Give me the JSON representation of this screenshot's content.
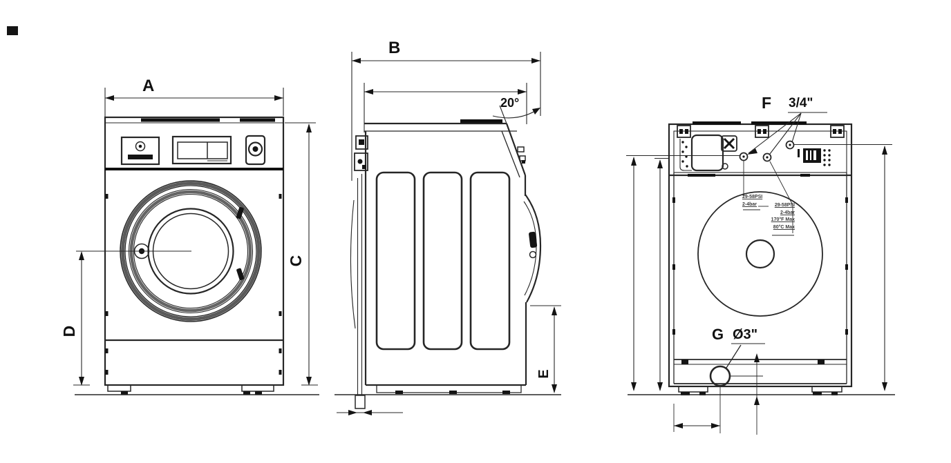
{
  "dims": {
    "a": "A",
    "b": "B",
    "c": "C",
    "d": "D",
    "e": "E",
    "f": "F",
    "g": "G"
  },
  "annotations": {
    "top_angle": "20°",
    "water_inlet_size": "3/4\"",
    "drain_diameter": "Ø3\"",
    "inlet_spec_left_line1": "29-58PSI",
    "inlet_spec_left_line2": "2-4bar",
    "inlet_spec_right_line1": "29-58PSI",
    "inlet_spec_right_line2": "2-4bar",
    "inlet_spec_right_line3": "170°F Max",
    "inlet_spec_right_line4": "80°C Max"
  },
  "colors": {
    "line": "#262626",
    "background": "#ffffff"
  }
}
